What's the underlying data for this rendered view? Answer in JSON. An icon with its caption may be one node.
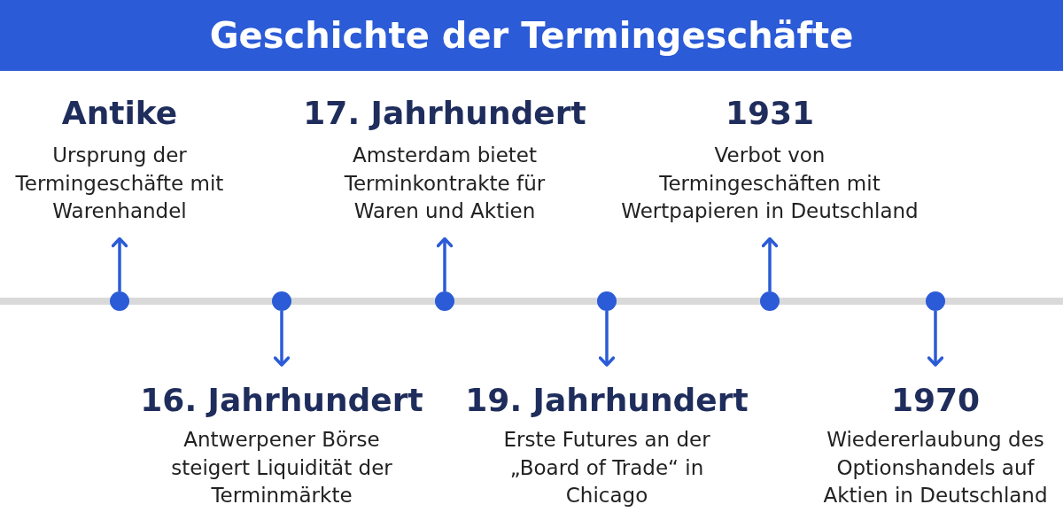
{
  "diagram": {
    "title": "Geschichte der Termingeschäfte",
    "nodes": [
      {
        "text": [
          "Antike",
          "Ursprung der Termingeschäfte mit Warenhandel"
        ]
      },
      {
        "text": [],
        "shape": "circle"
      },
      {
        "text": [],
        "shape": "circle"
      },
      {
        "text": [
          "16. Jahrhundert",
          "Antwerpener Börse steigert Liquidität der Terminmärkte"
        ]
      },
      {
        "text": [
          "17. Jahrhundert",
          "Amsterdam bietet Terminkontrakte für Waren und Aktien"
        ]
      },
      {
        "text": [],
        "shape": "circle"
      },
      {
        "text": [],
        "shape": "circle"
      },
      {
        "text": [
          "19. Jahrhundert",
          "Erste Futures an der „Board of Trade“ in Chicago"
        ]
      },
      {
        "text": [
          "1931",
          "Verbot von Termingeschäften mit Wertpapieren in Deutschland"
        ]
      },
      {
        "text": [],
        "shape": "circle"
      },
      {
        "text": [],
        "shape": "circle"
      },
      {
        "text": [
          "1970",
          "Wiedererlaubung des Optionshandels auf Aktien in Deutschland"
        ]
      }
    ],
    "edges": [
      {
        "from": 1,
        "to": 0,
        "arrow": "to"
      },
      {
        "from": 2,
        "to": 3,
        "arrow": "to"
      },
      {
        "from": 5,
        "to": 4,
        "arrow": "to"
      },
      {
        "from": 6,
        "to": 7,
        "arrow": "to"
      },
      {
        "from": 9,
        "to": 8,
        "arrow": "to"
      },
      {
        "from": 10,
        "to": 11,
        "arrow": "to"
      }
    ]
  }
}
